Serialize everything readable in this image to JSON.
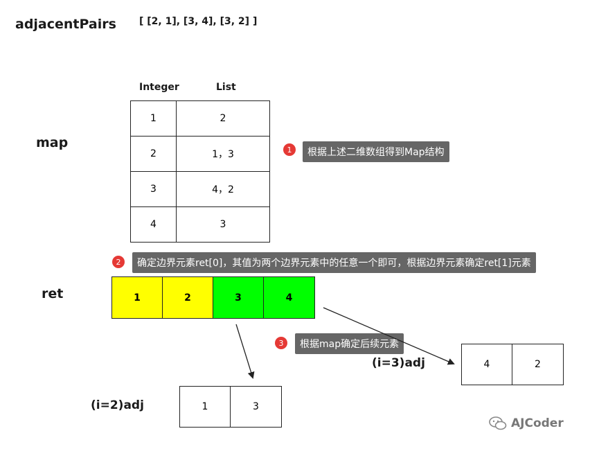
{
  "labels": {
    "pairs_name": "adjacentPairs",
    "pairs_value": "[ [2, 1], [3, 4], [3, 2] ]",
    "map": "map",
    "ret": "ret",
    "adj_i2": "(i=2)adj",
    "adj_i3": "(i=3)adj"
  },
  "map_table": {
    "headers": [
      "Integer",
      "List"
    ],
    "rows": [
      {
        "key": "1",
        "value": "2"
      },
      {
        "key": "2",
        "value": "1，3"
      },
      {
        "key": "3",
        "value": "4，2"
      },
      {
        "key": "4",
        "value": "3"
      }
    ]
  },
  "ret_cells": [
    {
      "value": "1",
      "color": "#ffff00"
    },
    {
      "value": "2",
      "color": "#ffff00"
    },
    {
      "value": "3",
      "color": "#00ff00"
    },
    {
      "value": "4",
      "color": "#00ff00"
    }
  ],
  "adj_i2_cells": [
    "1",
    "3"
  ],
  "adj_i3_cells": [
    "4",
    "2"
  ],
  "notes": [
    {
      "num": "1",
      "text": "根据上述二维数组得到Map结构"
    },
    {
      "num": "2",
      "text": "确定边界元素ret[0]，其值为两个边界元素中的任意一个即可，根据边界元素确定ret[1]元素"
    },
    {
      "num": "3",
      "text": "根据map确定后续元素"
    }
  ],
  "watermark": "AJCoder",
  "colors": {
    "note_bg": "#666666",
    "badge": "#e53935",
    "yellow": "#ffff00",
    "green": "#00ff00"
  }
}
